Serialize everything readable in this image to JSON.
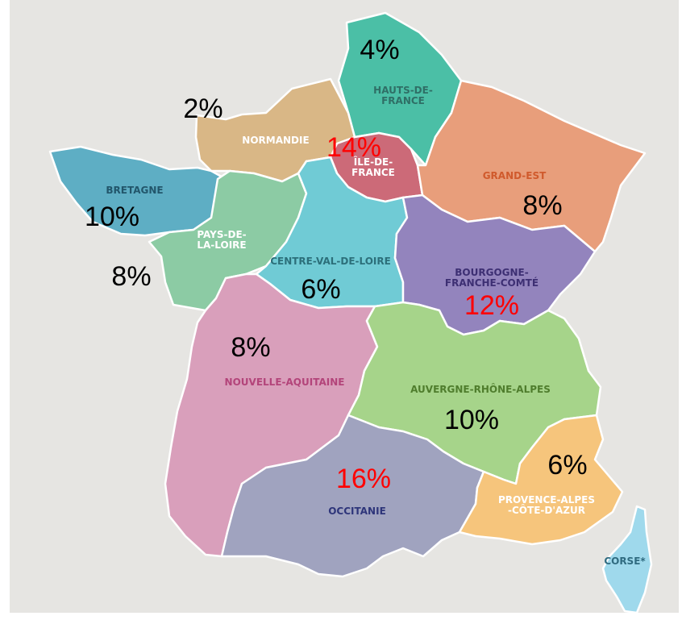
{
  "colors": {
    "background": "#e6e5e2",
    "percent_default": "#000000",
    "percent_highlight": "#ff0000"
  },
  "regions": {
    "hauts_de_france": {
      "name": [
        "HAUTS-DE-",
        "FRANCE"
      ],
      "percent": "4%",
      "fill": "#4bbfa6",
      "label_color": "#2f6f66",
      "highlight": false
    },
    "normandie": {
      "name": [
        "NORMANDIE"
      ],
      "percent": "2%",
      "fill": "#d9b786",
      "label_color": "#ffffff",
      "highlight": false
    },
    "ile_de_france": {
      "name": [
        "ÎLE-DE-",
        "FRANCE"
      ],
      "percent": "14%",
      "fill": "#cc6a78",
      "label_color": "#ffffff",
      "highlight": true
    },
    "grand_est": {
      "name": [
        "GRAND-EST"
      ],
      "percent": "8%",
      "fill": "#e89e7b",
      "label_color": "#d05a2c",
      "highlight": false
    },
    "bretagne": {
      "name": [
        "BRETAGNE"
      ],
      "percent": "10%",
      "fill": "#5eaec4",
      "label_color": "#22566b",
      "highlight": false
    },
    "pays_de_la_loire": {
      "name": [
        "PAYS-DE-",
        "LA-LOIRE"
      ],
      "percent": "8%",
      "fill": "#8ccba4",
      "label_color": "#ffffff",
      "highlight": false
    },
    "centre_val_de_loire": {
      "name": [
        "CENTRE-VAL-DE-LOIRE"
      ],
      "percent": "6%",
      "fill": "#70cbd5",
      "label_color": "#2c6f7a",
      "highlight": false
    },
    "bourgogne_franche_comte": {
      "name": [
        "BOURGOGNE-",
        "FRANCHE-COMTÉ"
      ],
      "percent": "12%",
      "fill": "#9384bd",
      "label_color": "#3d2f73",
      "highlight": true
    },
    "nouvelle_aquitaine": {
      "name": [
        "NOUVELLE-AQUITAINE"
      ],
      "percent": "8%",
      "fill": "#d99fbb",
      "label_color": "#b3447a",
      "highlight": false
    },
    "auvergne_rhone_alpes": {
      "name": [
        "AUVERGNE-RHÔNE-ALPES"
      ],
      "percent": "10%",
      "fill": "#a6d48a",
      "label_color": "#4f7d2d",
      "highlight": false
    },
    "occitanie": {
      "name": [
        "OCCITANIE"
      ],
      "percent": "16%",
      "fill": "#a0a3bf",
      "label_color": "#2e357a",
      "highlight": true
    },
    "provence_alpes_cote_azur": {
      "name": [
        "PROVENCE-ALPES",
        "-CÔTE-D'AZUR"
      ],
      "percent": "6%",
      "fill": "#f6c57c",
      "label_color": "#ffffff",
      "highlight": false
    },
    "corse": {
      "name": [
        "CORSE*"
      ],
      "percent": "",
      "fill": "#9fd9ec",
      "label_color": "#2f6b80",
      "highlight": false
    }
  }
}
